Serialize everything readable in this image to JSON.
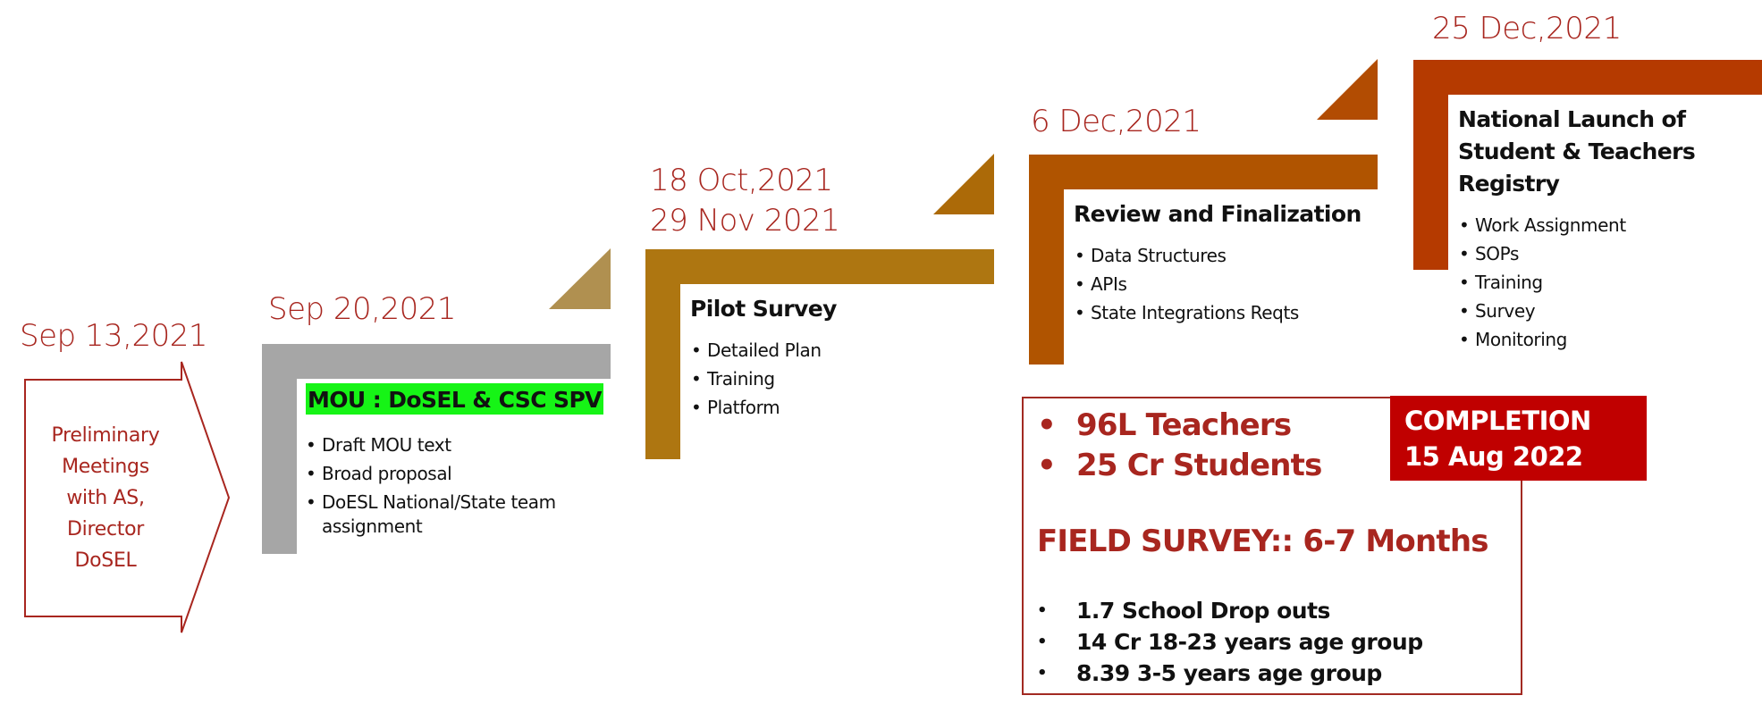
{
  "colors": {
    "date_text": "#a8261f",
    "stage1": "#a6a6a6",
    "stage2": "#ae7611",
    "stage3": "#b05400",
    "stage4": "#b53a00",
    "completion_bg": "#c00000",
    "highlight": "#16f416"
  },
  "stages": [
    {
      "date": "Sep 13,2021",
      "text_lines": [
        "Preliminary",
        "Meetings",
        "with AS,",
        "Director",
        "DoSEL"
      ]
    },
    {
      "date": "Sep 20,2021",
      "title": "MOU : DoSEL & CSC SPV",
      "bullets": [
        "Draft MOU text",
        "Broad proposal",
        "DoESL National/State team assignment"
      ]
    },
    {
      "date_lines": [
        "18 Oct,2021",
        "29 Nov 2021"
      ],
      "title": "Pilot Survey",
      "bullets": [
        "Detailed Plan",
        "Training",
        "Platform"
      ]
    },
    {
      "date": "6 Dec,2021",
      "title": "Review and Finalization",
      "bullets": [
        "Data Structures",
        "APIs",
        "State Integrations Reqts"
      ]
    },
    {
      "date": "25 Dec,2021",
      "title_lines": [
        "National Launch of",
        "Student & Teachers",
        "Registry"
      ],
      "bullets": [
        "Work Assignment",
        "SOPs",
        "Training",
        "Survey",
        "Monitoring"
      ]
    }
  ],
  "field_survey": {
    "targets": [
      "96L Teachers",
      "25 Cr Students"
    ],
    "title": "FIELD SURVEY:: 6-7  Months",
    "details": [
      "1.7 School Drop outs",
      "14 Cr 18-23 years age group",
      "8.39 3-5 years age group"
    ]
  },
  "completion": {
    "label": "COMPLETION",
    "date": "15 Aug 2022"
  }
}
